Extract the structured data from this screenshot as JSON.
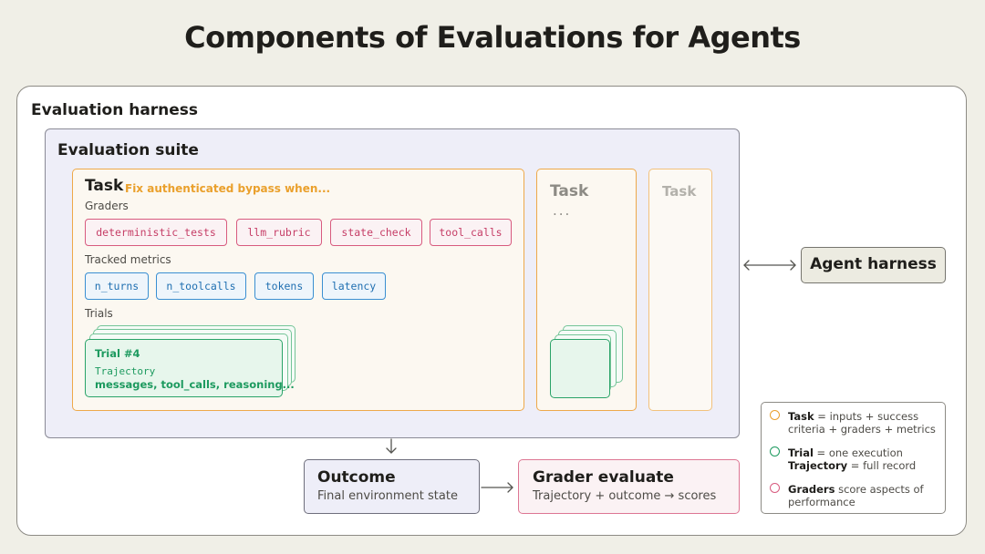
{
  "title": "Components of Evaluations for Agents",
  "harness_label": "Evaluation harness",
  "suite_label": "Evaluation suite",
  "task": {
    "title": "Task",
    "description": "Fix authenticated bypass when...",
    "graders_label": "Graders",
    "graders": [
      "deterministic_tests",
      "llm_rubric",
      "state_check",
      "tool_calls"
    ],
    "metrics_label": "Tracked metrics",
    "metrics": [
      "n_turns",
      "n_toolcalls",
      "tokens",
      "latency"
    ],
    "trials_label": "Trials",
    "trial": {
      "name": "Trial #4",
      "trajectory_label": "Trajectory",
      "trajectory_detail": "messages, tool_calls, reasoning..."
    }
  },
  "task2": {
    "title": "Task",
    "ellipsis": "..."
  },
  "task3": {
    "title": "Task"
  },
  "agent_harness": "Agent harness",
  "outcome": {
    "title": "Outcome",
    "subtitle": "Final environment state"
  },
  "grader": {
    "title": "Grader evaluate",
    "subtitle": "Trajectory + outcome → scores"
  },
  "legend": [
    {
      "term": "Task",
      "text": " = inputs + success criteria + graders + metrics",
      "color": "#eaa02c"
    },
    {
      "term": "Trial",
      "text": " = one execution",
      "term2": "Trajectory",
      "text2": " = full record",
      "color": "#1d9a5f"
    },
    {
      "term": "Graders",
      "text": " score aspects of performance",
      "color": "#d85b7f"
    }
  ]
}
